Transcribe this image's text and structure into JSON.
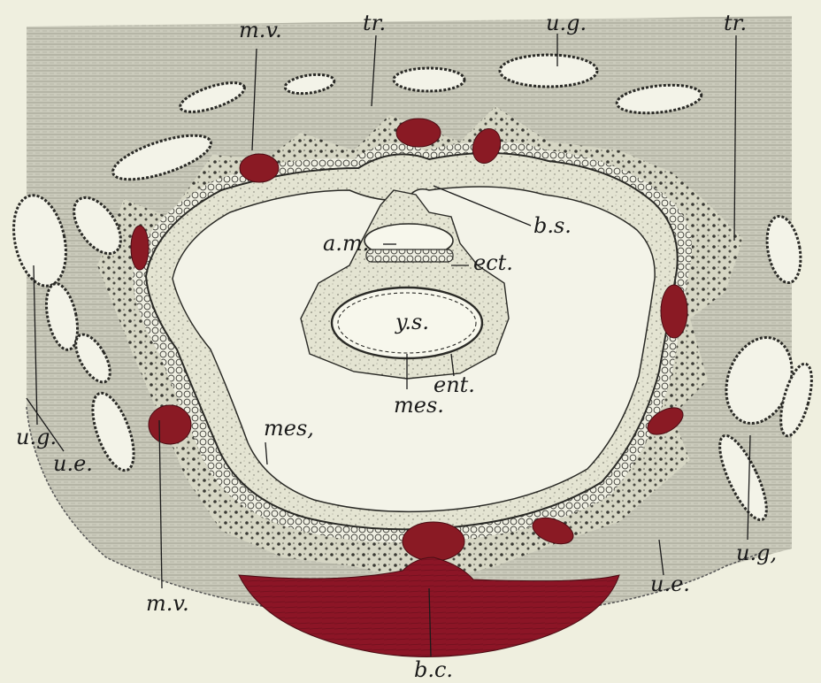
{
  "figure": {
    "labels": {
      "mv_top": "m.v.",
      "tr_left": "tr.",
      "ug_top": "u.g.",
      "tr_right": "tr.",
      "bs": "b.s.",
      "am": "a.m.",
      "ect": "ect.",
      "ys": "y.s.",
      "ent": "ent.",
      "mes_center": "mes.",
      "mes_left": "mes,",
      "ug_left": "u.g.",
      "ue_left": "u.e.",
      "mv_bottom": "m.v.",
      "ue_right": "u.e.",
      "ug_right": "u.g,",
      "bc": "b.c."
    },
    "colors": {
      "background": "#efefdf",
      "muscle": "#c9c9ba",
      "decidua": "#e2e2cf",
      "blood": "#8a1a24",
      "clot": "#8c1526",
      "ink": "#1a1a1a"
    }
  }
}
